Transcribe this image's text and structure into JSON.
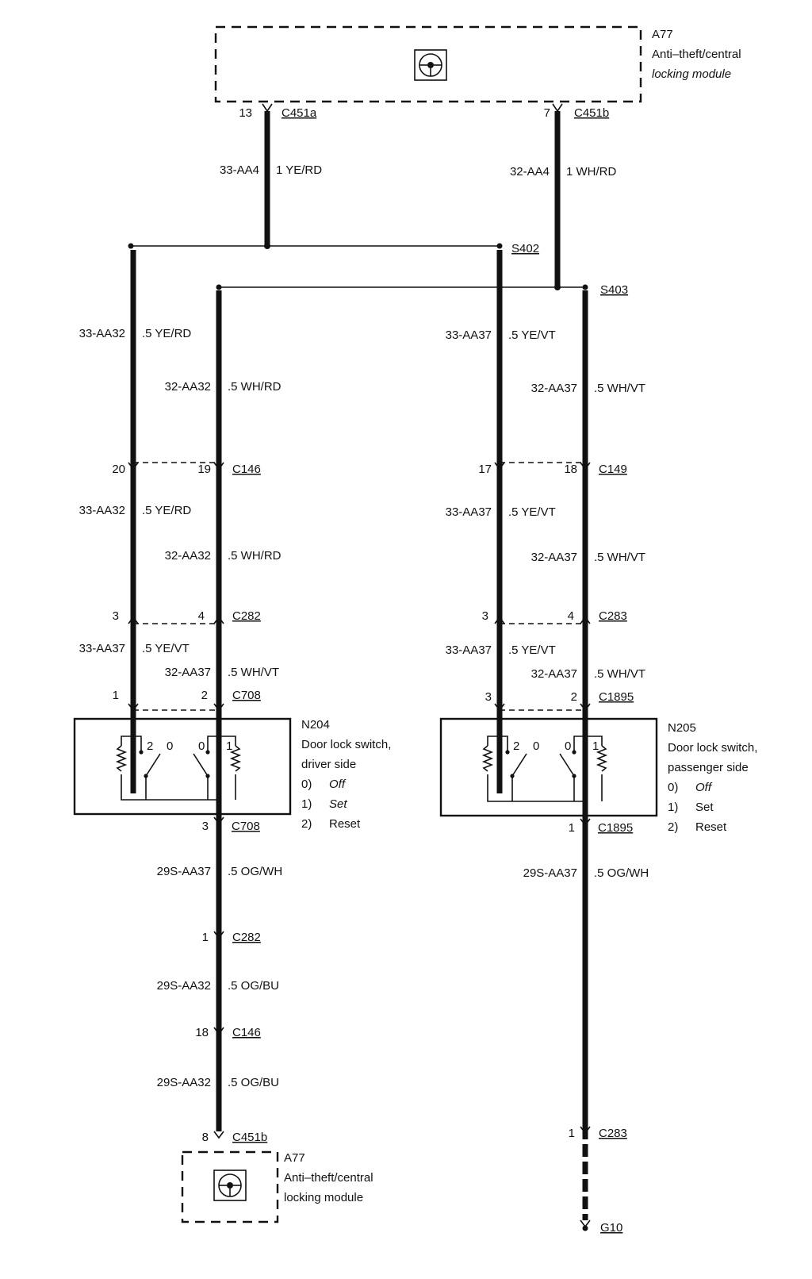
{
  "module_top": {
    "id": "A77",
    "line1": "Anti–theft/central",
    "line2": "locking module"
  },
  "module_bottom": {
    "id": "A77",
    "line1": "Anti–theft/central",
    "line2": "locking module"
  },
  "splices": {
    "s402": "S402",
    "s403": "S403"
  },
  "top_pins": {
    "left_pin": "13",
    "left_conn": "C451a",
    "right_pin": "7",
    "right_conn": "C451b"
  },
  "wires": {
    "w1": {
      "circuit": "33-AA4",
      "spec": "1 YE/RD"
    },
    "w2": {
      "circuit": "32-AA4",
      "spec": "1 WH/RD"
    },
    "w3": {
      "circuit": "33-AA32",
      "spec": ".5 YE/RD"
    },
    "w4": {
      "circuit": "32-AA32",
      "spec": ".5 WH/RD"
    },
    "w5": {
      "circuit": "33-AA37",
      "spec": ".5 YE/VT"
    },
    "w6": {
      "circuit": "32-AA37",
      "spec": ".5 WH/VT"
    },
    "w7": {
      "circuit": "33-AA32",
      "spec": ".5 YE/RD"
    },
    "w8": {
      "circuit": "32-AA32",
      "spec": ".5 WH/RD"
    },
    "w9": {
      "circuit": "33-AA37",
      "spec": ".5 YE/VT"
    },
    "w10": {
      "circuit": "32-AA37",
      "spec": ".5 WH/VT"
    },
    "w11": {
      "circuit": "33-AA37",
      "spec": ".5 YE/VT"
    },
    "w12": {
      "circuit": "32-AA37",
      "spec": ".5 WH/VT"
    },
    "w13": {
      "circuit": "33-AA37",
      "spec": ".5 YE/VT"
    },
    "w14": {
      "circuit": "32-AA37",
      "spec": ".5 WH/VT"
    },
    "w15": {
      "circuit": "29S-AA37",
      "spec": ".5 OG/WH"
    },
    "w16": {
      "circuit": "29S-AA37",
      "spec": ".5 OG/WH"
    },
    "w17": {
      "circuit": "29S-AA32",
      "spec": ".5 OG/BU"
    },
    "w18": {
      "circuit": "29S-AA32",
      "spec": ".5 OG/BU"
    }
  },
  "connectors": {
    "c146a": {
      "pin_l": "20",
      "pin_r": "19",
      "name": "C146"
    },
    "c149": {
      "pin_l": "17",
      "pin_r": "18",
      "name": "C149"
    },
    "c282a": {
      "pin_l": "3",
      "pin_r": "4",
      "name": "C282"
    },
    "c283a": {
      "pin_l": "3",
      "pin_r": "4",
      "name": "C283"
    },
    "c708a": {
      "pin_l": "1",
      "pin_r": "2",
      "name": "C708"
    },
    "c1895a": {
      "pin_l": "3",
      "pin_r": "2",
      "name": "C1895"
    },
    "c708b": {
      "pin": "3",
      "name": "C708"
    },
    "c1895b": {
      "pin": "1",
      "name": "C1895"
    },
    "c282b": {
      "pin": "1",
      "name": "C282"
    },
    "c146b": {
      "pin": "18",
      "name": "C146"
    },
    "c451b": {
      "pin": "8",
      "name": "C451b"
    },
    "c283b": {
      "pin": "1",
      "name": "C283"
    },
    "g10": {
      "name": "G10"
    }
  },
  "switch_driver": {
    "id": "N204",
    "line1": "Door lock switch,",
    "line2": "driver side",
    "pos0_num": "0)",
    "pos0": "Off",
    "pos1_num": "1)",
    "pos1": "Set",
    "pos2_num": "2)",
    "pos2": "Reset",
    "c_left": "2",
    "c_mid_l": "0",
    "c_mid_r": "0",
    "c_right": "1"
  },
  "switch_passenger": {
    "id": "N205",
    "line1": "Door lock switch,",
    "line2": "passenger side",
    "pos0_num": "0)",
    "pos0": "Off",
    "pos1_num": "1)",
    "pos1": "Set",
    "pos2_num": "2)",
    "pos2": "Reset",
    "c_left": "2",
    "c_mid_l": "0",
    "c_mid_r": "0",
    "c_right": "1"
  }
}
